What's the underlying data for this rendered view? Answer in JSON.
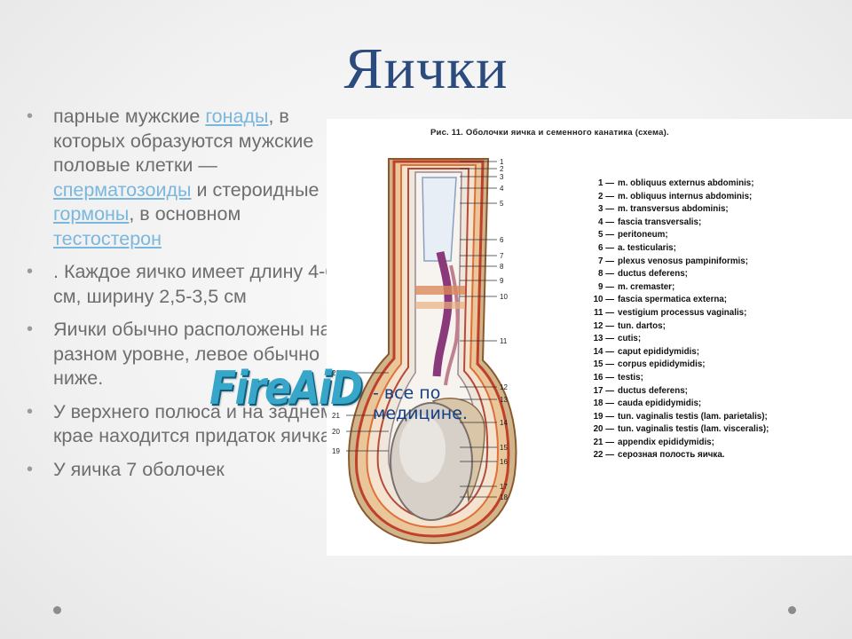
{
  "slide": {
    "title": "Яички",
    "bullets": [
      {
        "parts": [
          {
            "text": "парные мужские "
          },
          {
            "text": "гонады",
            "link": true
          },
          {
            "text": ", в которых образуются мужские половые клетки — "
          },
          {
            "text": "сперматозоиды",
            "link": true
          },
          {
            "text": " и стероидные "
          },
          {
            "text": "гормоны",
            "link": true
          },
          {
            "text": ", в основном "
          },
          {
            "text": "тестостерон",
            "link": true
          }
        ]
      },
      {
        "parts": [
          {
            "text": ". Каждое яичко имеет длину 4-6 см, ширину 2,5-3,5 см"
          }
        ]
      },
      {
        "parts": [
          {
            "text": "Яички обычно расположены на разном уровне, левое обычно ниже."
          }
        ]
      },
      {
        "parts": [
          {
            "text": "У верхнего полюса и на заднем крае находится придаток яичка."
          }
        ]
      },
      {
        "parts": [
          {
            "text": "У яичка 7 оболочек"
          }
        ]
      }
    ]
  },
  "figure": {
    "caption": "Рис. 11. Оболочки яичка и семенного канатика (схема).",
    "callouts_right": [
      "1",
      "2",
      "3",
      "4",
      "5",
      "6",
      "7",
      "8",
      "9",
      "10",
      "11",
      "12",
      "13",
      "14",
      "15",
      "16",
      "17",
      "18"
    ],
    "callouts_left": [
      "22",
      "21",
      "20",
      "19"
    ],
    "legend": [
      {
        "num": "1 —",
        "label": "m. obliquus externus abdominis;"
      },
      {
        "num": "2 —",
        "label": "m. obliquus internus abdominis;"
      },
      {
        "num": "3 —",
        "label": "m. transversus abdominis;"
      },
      {
        "num": "4 —",
        "label": "fascia transversalis;"
      },
      {
        "num": "5 —",
        "label": "peritoneum;"
      },
      {
        "num": "6 —",
        "label": "a. testicularis;"
      },
      {
        "num": "7 —",
        "label": "plexus venosus pampiniformis;"
      },
      {
        "num": "8 —",
        "label": "ductus deferens;"
      },
      {
        "num": "9 —",
        "label": "m. cremaster;"
      },
      {
        "num": "10 —",
        "label": "fascia spermatica externa;"
      },
      {
        "num": "11 —",
        "label": "vestigium processus vaginalis;"
      },
      {
        "num": "12 —",
        "label": "tun. dartos;"
      },
      {
        "num": "13 —",
        "label": "cutis;"
      },
      {
        "num": "14 —",
        "label": "caput epididymidis;"
      },
      {
        "num": "15 —",
        "label": "corpus epididymidis;"
      },
      {
        "num": "16 —",
        "label": "testis;"
      },
      {
        "num": "17 —",
        "label": "ductus deferens;"
      },
      {
        "num": "18 —",
        "label": "cauda epididymidis;"
      },
      {
        "num": "19 —",
        "label": "tun. vaginalis testis (lam. parietalis);"
      },
      {
        "num": "20 —",
        "label": "tun. vaginalis testis (lam. visceralis);"
      },
      {
        "num": "21 —",
        "label": "appendix epididymidis;"
      },
      {
        "num": "22 —",
        "label": "серозная полость яичка."
      }
    ]
  },
  "watermark": {
    "brand": "FireAiD",
    "tagline": "- все по медицине."
  },
  "colors": {
    "title": "#2b4a7e",
    "body_text": "#6e6e6e",
    "link": "#7ab7dd",
    "brand": "#38a6c8",
    "tagline": "#123f85"
  },
  "icons": [
    "nav-dot-icon"
  ]
}
